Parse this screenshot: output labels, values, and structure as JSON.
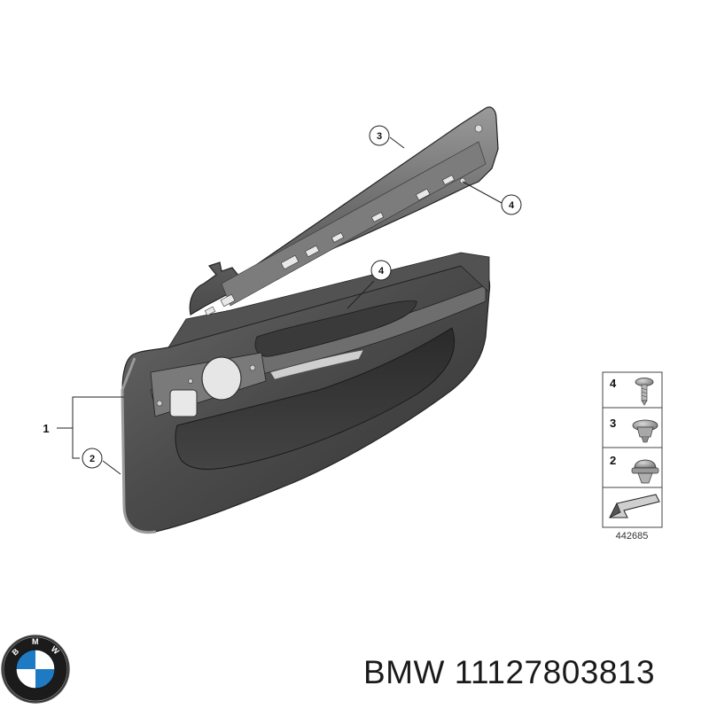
{
  "diagram": {
    "callouts": [
      {
        "id": "label-1",
        "text": "1"
      },
      {
        "id": "label-2",
        "text": "2"
      },
      {
        "id": "label-3",
        "text": "3"
      },
      {
        "id": "label-4a",
        "text": "4"
      },
      {
        "id": "label-4b",
        "text": "4"
      }
    ],
    "legend": {
      "rows": [
        "4",
        "3",
        "2"
      ],
      "ref_number": "442685"
    }
  },
  "caption": {
    "brand": "BMW",
    "part_number": "11127803813"
  },
  "colors": {
    "panel_dark": "#3a3a3a",
    "panel_mid": "#5a5a5a",
    "panel_light": "#8a8a8a",
    "line": "#222222"
  }
}
